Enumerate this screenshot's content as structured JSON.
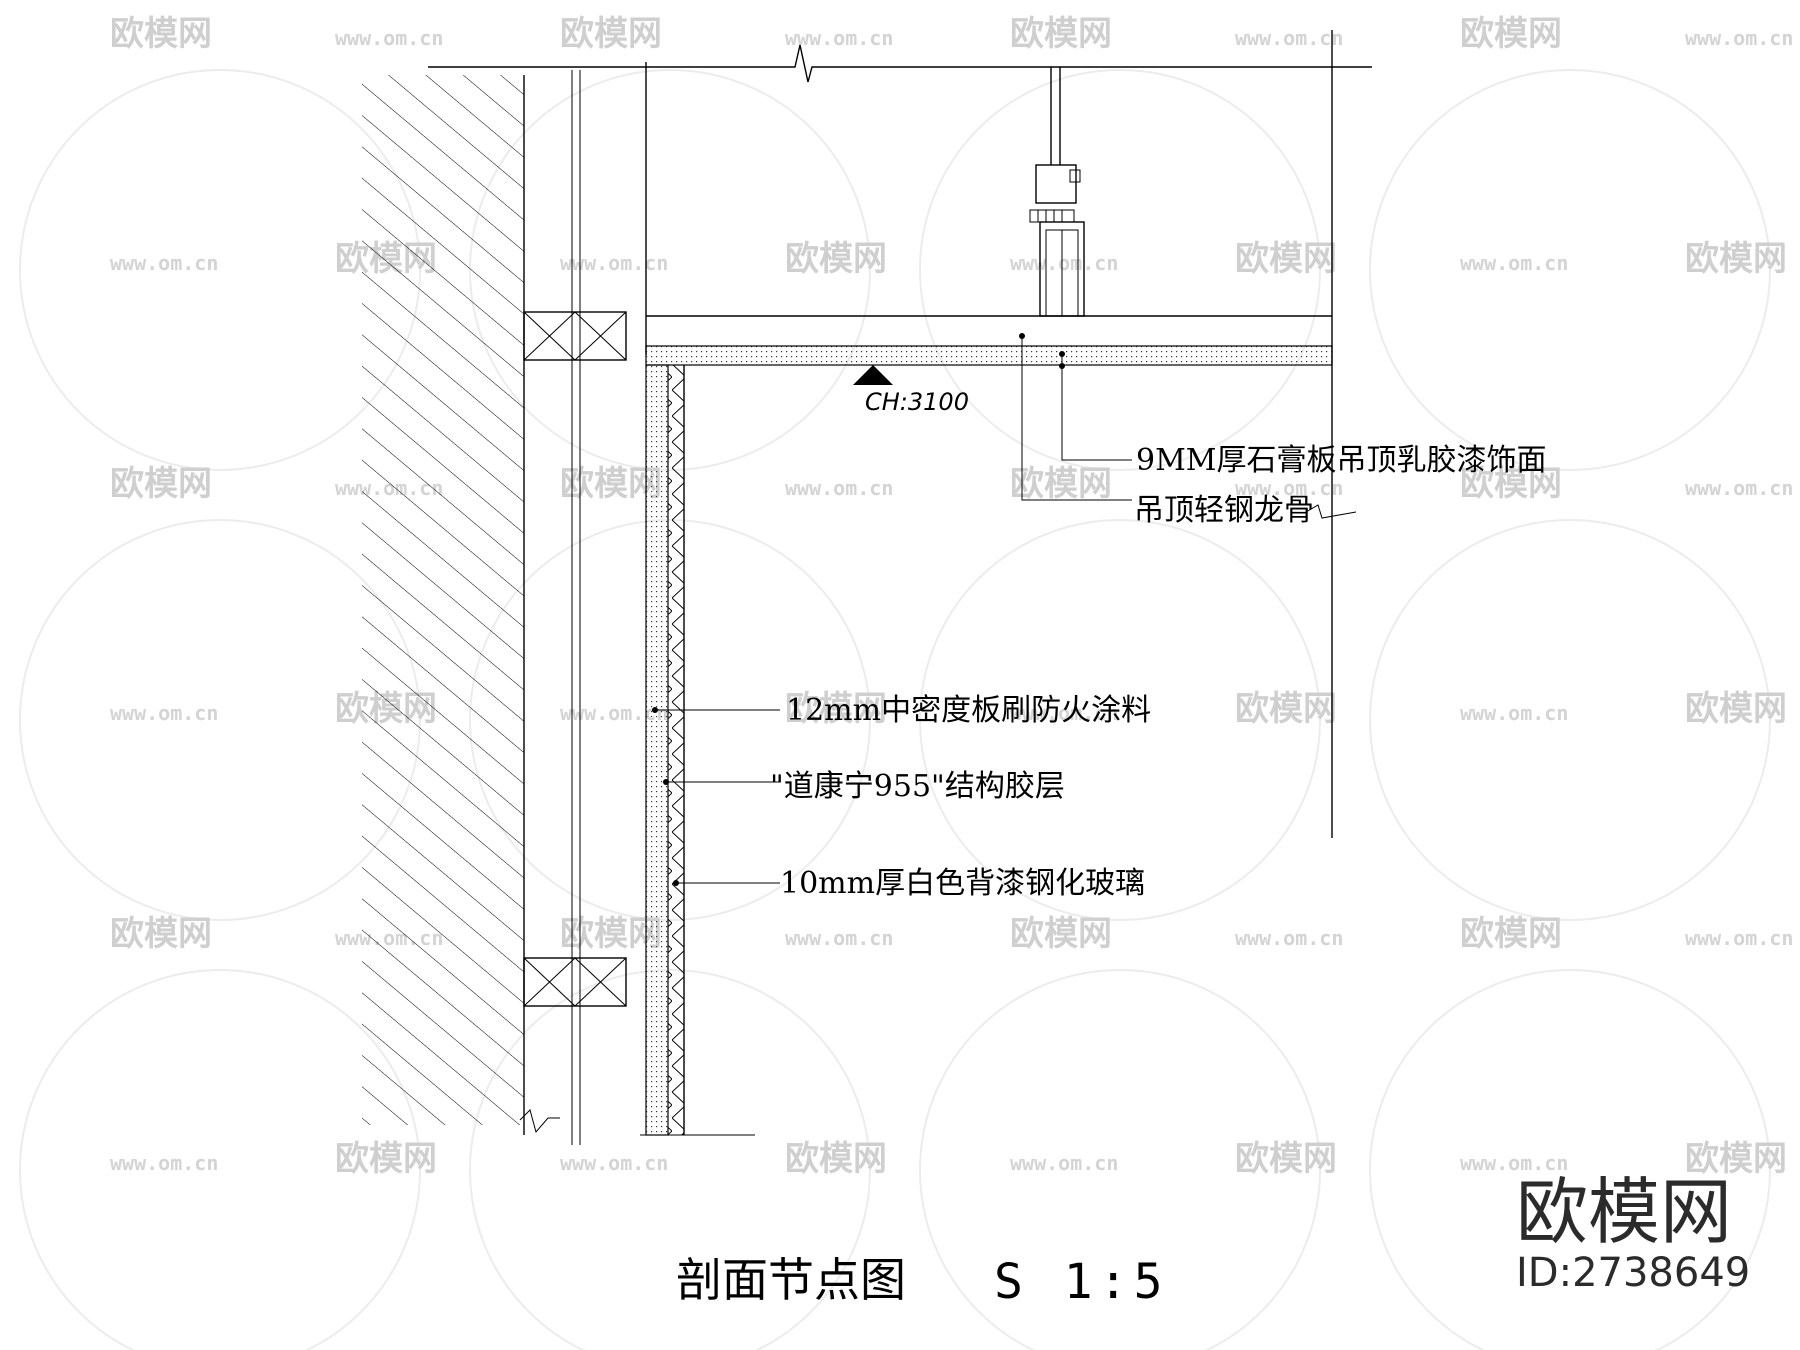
{
  "drawing": {
    "title": "剖面节点图",
    "scale": "S 1:5",
    "ceiling_height": "CH:3100",
    "callouts": [
      "9MM厚石膏板吊顶乳胶漆饰面",
      "吊顶轻钢龙骨",
      "12mm中密度板刷防火涂料",
      "\"道康宁955\"结构胶层",
      "10mm厚白色背漆钢化玻璃"
    ]
  },
  "watermark": {
    "brand": "欧模网",
    "url": "www.om.cn"
  },
  "brand_block": {
    "name": "欧模网",
    "id": "ID:2738649"
  }
}
